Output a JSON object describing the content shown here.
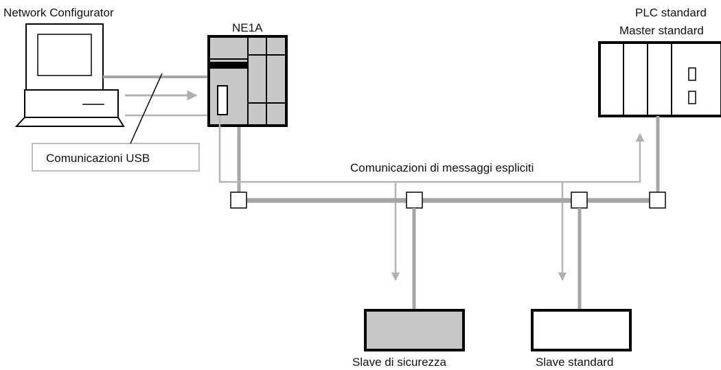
{
  "labels": {
    "network_configurator": "Network Configurator",
    "ne1a": "NE1A",
    "plc_line1": "PLC standard",
    "plc_line2": "Master standard",
    "usb_comm": "Comunicazioni USB",
    "explicit_messages": "Comunicazioni di messaggi espliciti",
    "safety_slave": "Slave di sicurezza",
    "standard_slave": "Slave standard"
  },
  "colors": {
    "outline": "#000000",
    "device_fill": "#c8c8c8",
    "cable": "#a6a6a6",
    "comm_path": "#b4b4b4"
  }
}
